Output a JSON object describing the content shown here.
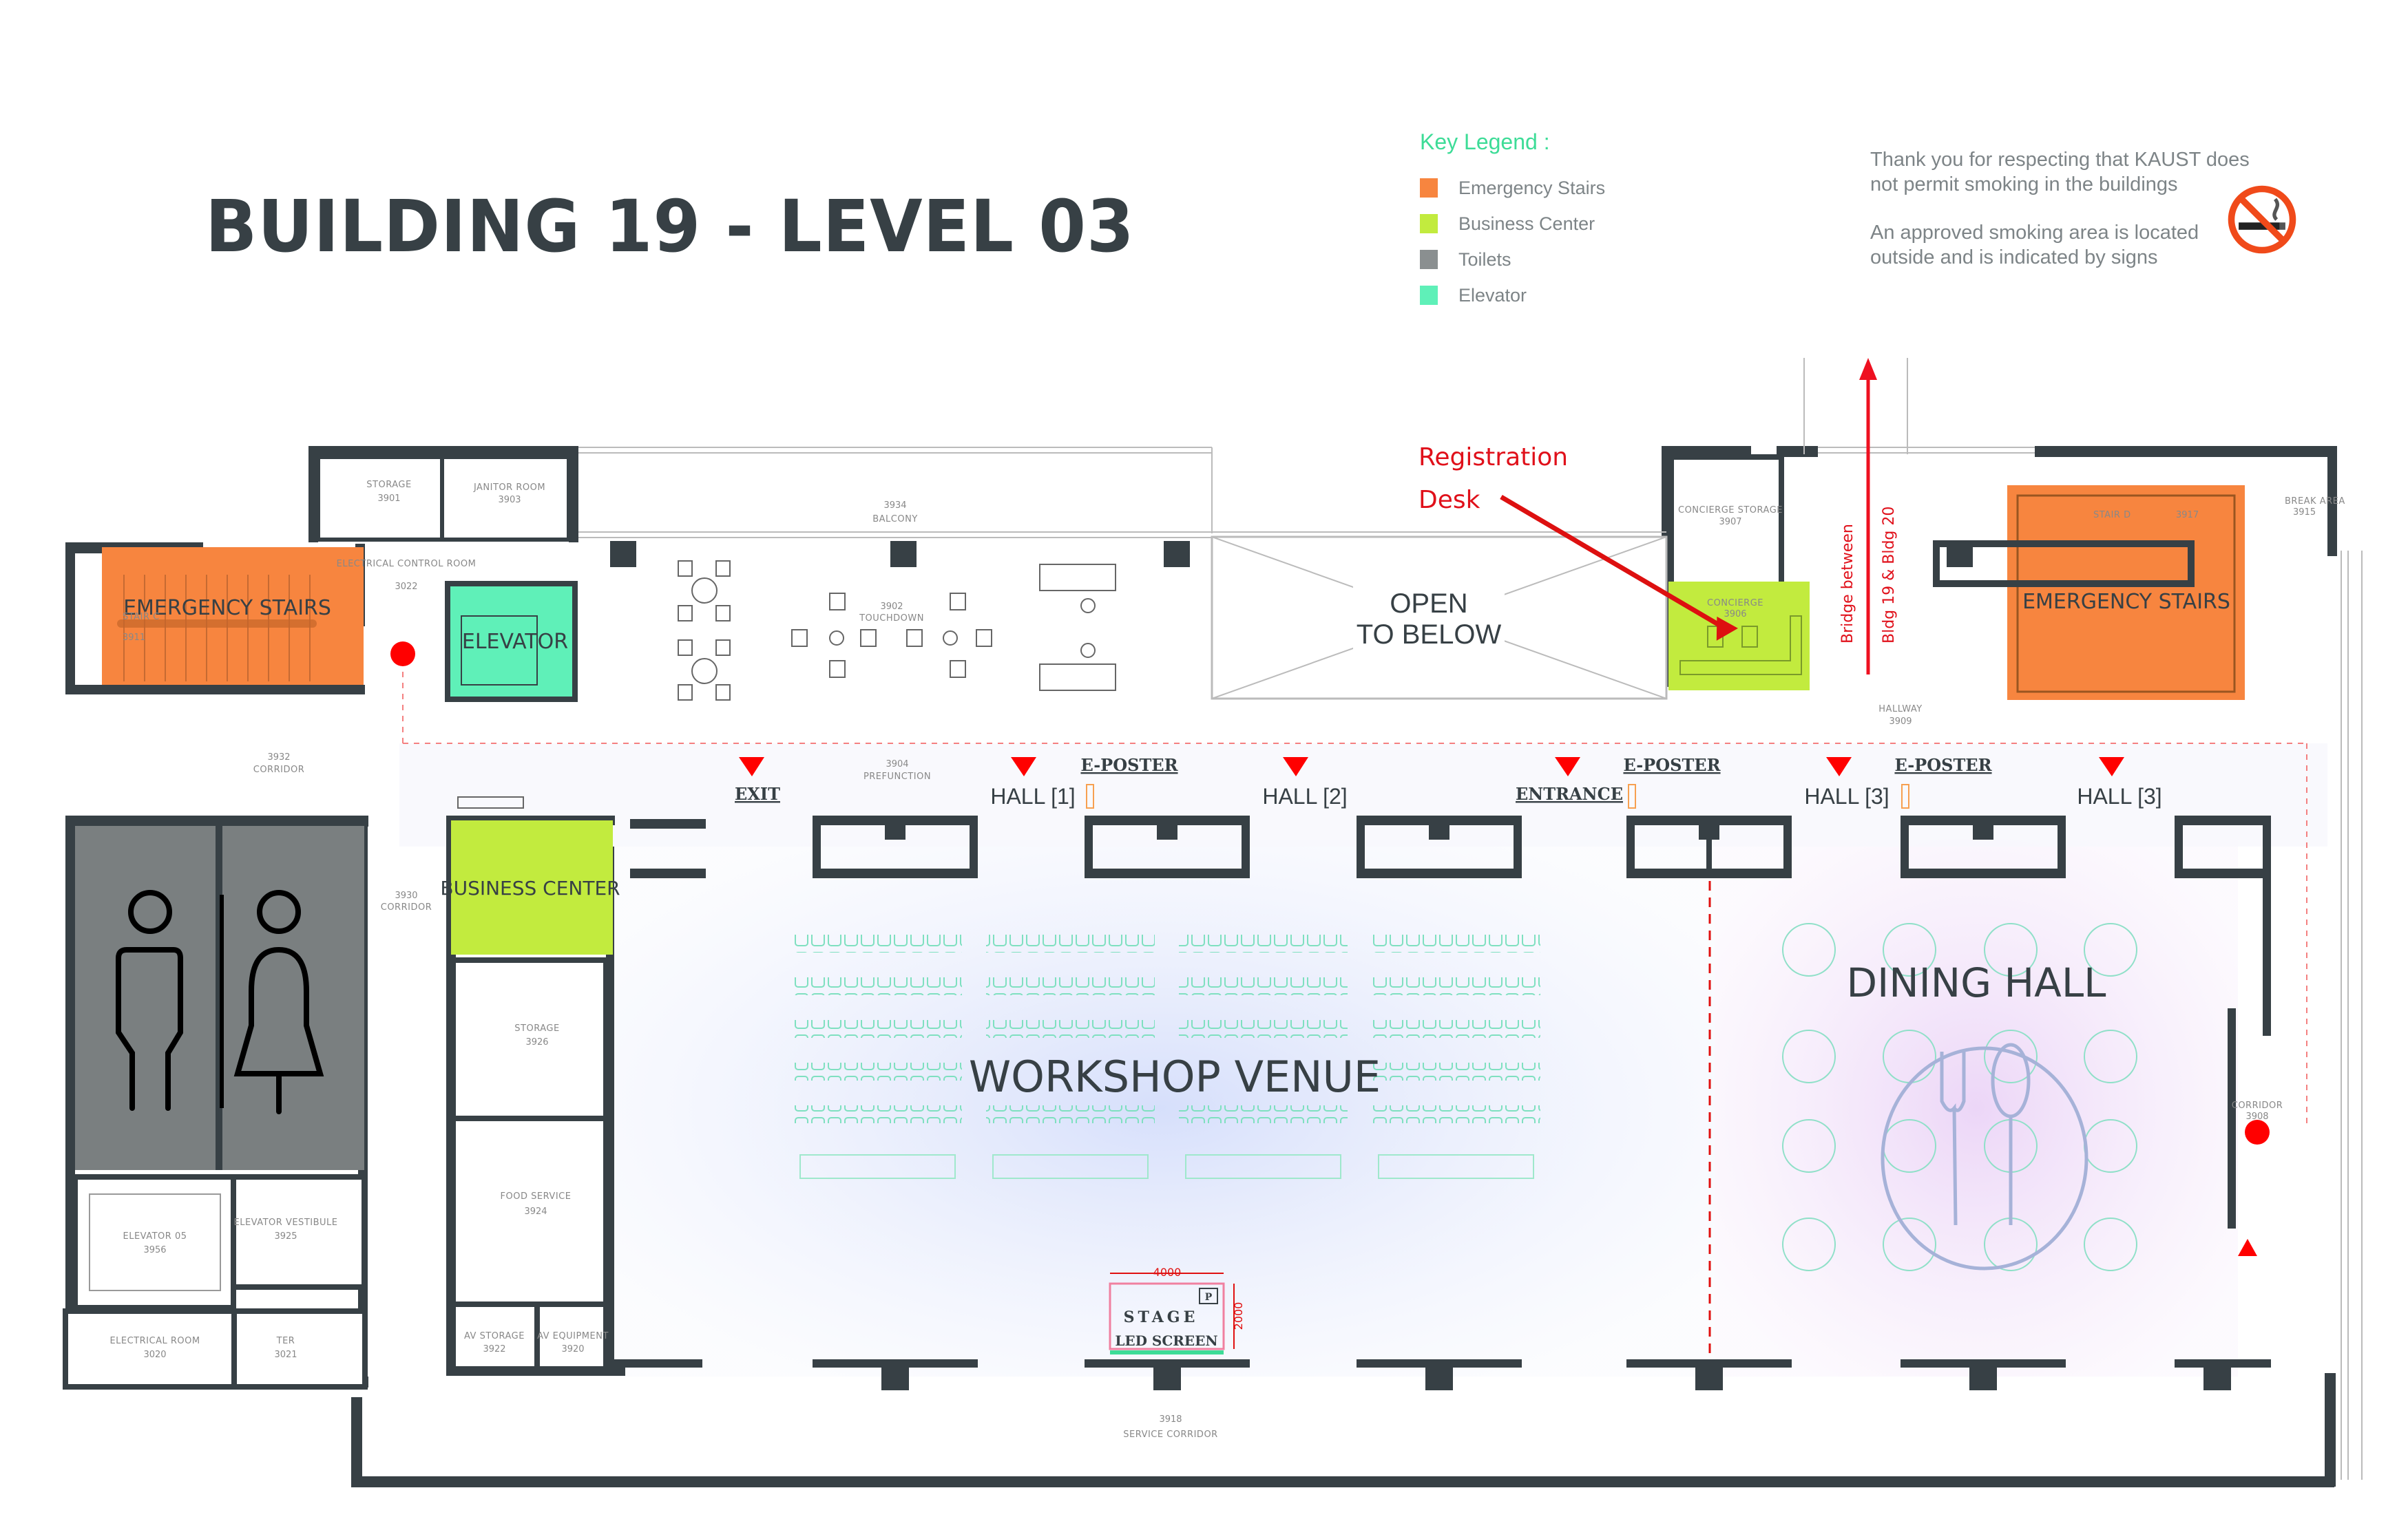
{
  "title": "BUILDING 19 - LEVEL 03",
  "legend": {
    "heading": "Key Legend :",
    "items": [
      {
        "label": "Emergency Stairs",
        "color": "#f7853f"
      },
      {
        "label": "Business Center",
        "color": "#c2eb3e"
      },
      {
        "label": "Toilets",
        "color": "#8a8f90"
      },
      {
        "label": "Elevator",
        "color": "#5ff0b8"
      }
    ]
  },
  "notice": {
    "line1": "Thank you for respecting that KAUST does not permit smoking in the buildings",
    "line2": "An approved smoking area is located outside and is indicated by signs",
    "icon": "no-smoking-icon"
  },
  "annotations": {
    "registration_line1": "Registration",
    "registration_line2": "Desk",
    "bridge_line1": "Bridge between",
    "bridge_line2": "Bldg 19 & Bldg 20"
  },
  "zones": {
    "emergency_stairs_left": "EMERGENCY STAIRS",
    "emergency_stairs_right": "EMERGENCY STAIRS",
    "elevator": "ELEVATOR",
    "business_center": "BUSINESS CENTER",
    "open_below_1": "OPEN",
    "open_below_2": "TO BELOW",
    "workshop_venue": "WORKSHOP VENUE",
    "dining_hall": "DINING HALL"
  },
  "rooms": {
    "storage_top": {
      "name": "STORAGE",
      "num": "3901"
    },
    "janitor": {
      "name": "JANITOR ROOM",
      "num": "3903"
    },
    "electrical_control": {
      "name": "ELECTRICAL CONTROL ROOM",
      "num": "3022"
    },
    "stair_c": {
      "name": "STAIR C",
      "num": "3911"
    },
    "balcony": {
      "name": "BALCONY",
      "num": "3934"
    },
    "touchdown": {
      "name": "TOUCHDOWN",
      "num": "3902"
    },
    "concierge_storage": {
      "name": "CONCIERGE STORAGE",
      "num": "3907"
    },
    "concierge": {
      "name": "CONCIERGE",
      "num": "3906"
    },
    "stair_d": {
      "name": "STAIR D",
      "num": "3917"
    },
    "break_area": {
      "name": "BREAK AREA",
      "num": "3915"
    },
    "hallway": {
      "name": "HALLWAY",
      "num": "3909"
    },
    "prefunction": {
      "name": "PREFUNCTION",
      "num": "3904"
    },
    "corridor_3932": {
      "name": "CORRIDOR",
      "num": "3932"
    },
    "corridor_3930": {
      "name": "CORRIDOR",
      "num": "3930"
    },
    "storage_3926": {
      "name": "STORAGE",
      "num": "3926"
    },
    "food_service": {
      "name": "FOOD SERVICE",
      "num": "3924"
    },
    "av_storage": {
      "name": "AV STORAGE",
      "num": "3922"
    },
    "av_equipment": {
      "name": "AV EQUIPMENT",
      "num": "3920"
    },
    "elevator_05": {
      "name": "ELEVATOR 05",
      "num": "3956"
    },
    "elevator_vestibule": {
      "name": "ELEVATOR VESTIBULE",
      "num": "3925"
    },
    "electrical_room": {
      "name": "ELECTRICAL ROOM",
      "num": "3020"
    },
    "ter": {
      "name": "TER",
      "num": "3021"
    },
    "service_corridor": {
      "name": "SERVICE CORRIDOR",
      "num": "3918"
    },
    "corridor_3908": {
      "name": "CORRIDOR",
      "num": "3908"
    }
  },
  "signs": {
    "exit": "EXIT",
    "hall1": "HALL [1]",
    "hall2": "HALL [2]",
    "entrance": "ENTRANCE",
    "hall3a": "HALL [3]",
    "hall3b": "HALL [3]",
    "eposter1": "E-POSTER",
    "eposter2": "E-POSTER",
    "eposter3": "E-POSTER"
  },
  "stage": {
    "label": "STAGE",
    "badge": "P",
    "width_mm": "4000",
    "depth_mm": "2000",
    "led_screen": "LED SCREEN"
  },
  "colors": {
    "wall": "#374045",
    "stairs": "#f7853f",
    "business": "#c2eb3e",
    "toilet": "#7a7f80",
    "elevator": "#5ff0b8",
    "marker_red": "#ff0000",
    "seat_green": "#7fe0c0"
  }
}
